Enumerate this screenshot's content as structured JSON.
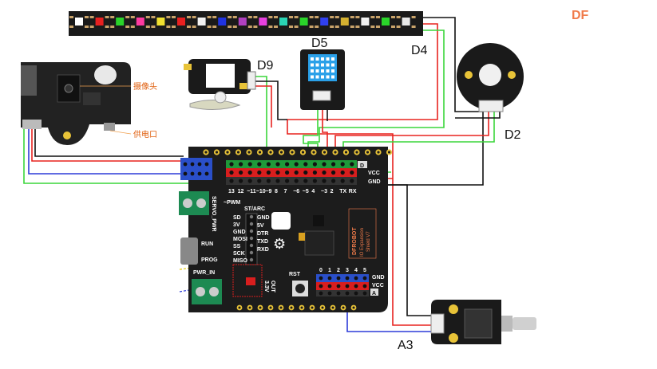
{
  "brand": {
    "logo": "DF",
    "color": "#f07b4a"
  },
  "labels": {
    "d4": "D4",
    "d5": "D5",
    "d9": "D9",
    "d2": "D2",
    "a3": "A3",
    "camera": "摄像头",
    "power_port": "供电口"
  },
  "shield": {
    "vcc": "VCC",
    "gnd": "GND",
    "d": "D",
    "a": "A",
    "pwm": "~PWM",
    "digital_pins": [
      "13",
      "12",
      "~11",
      "~10",
      "~9",
      "8",
      "7",
      "~6",
      "~5",
      "4",
      "~3",
      "2",
      "TX",
      "RX"
    ],
    "analog_pins": [
      "0",
      "1",
      "2",
      "3",
      "4",
      "5"
    ],
    "run": "RUN",
    "prog": "PROG",
    "rst": "RST",
    "pwr_in": "PWR_IN",
    "servo_pwr": "SERVO_PWR",
    "spi_pins": [
      "SD",
      "3V",
      "GND",
      "MOSI",
      "SS",
      "SCK",
      "MISO"
    ],
    "uart_pins": [
      "GND",
      "5V",
      "DTR",
      "TXD",
      "RXD"
    ],
    "st_arc": "ST/ARC",
    "name_line1": "DFROBOT",
    "name_line2": "IO Expansion",
    "name_line3": "Shield V7",
    "out": "OUT",
    "v33": "3.3V"
  },
  "colors": {
    "wire_red": "#e8231f",
    "wire_green": "#3ad63a",
    "wire_blue": "#2d3bd8",
    "wire_black": "#111111",
    "board": "#1c1c1c",
    "header_red": "#d81e1e",
    "header_green": "#1f9a3a",
    "header_blue": "#2a4fc9"
  }
}
